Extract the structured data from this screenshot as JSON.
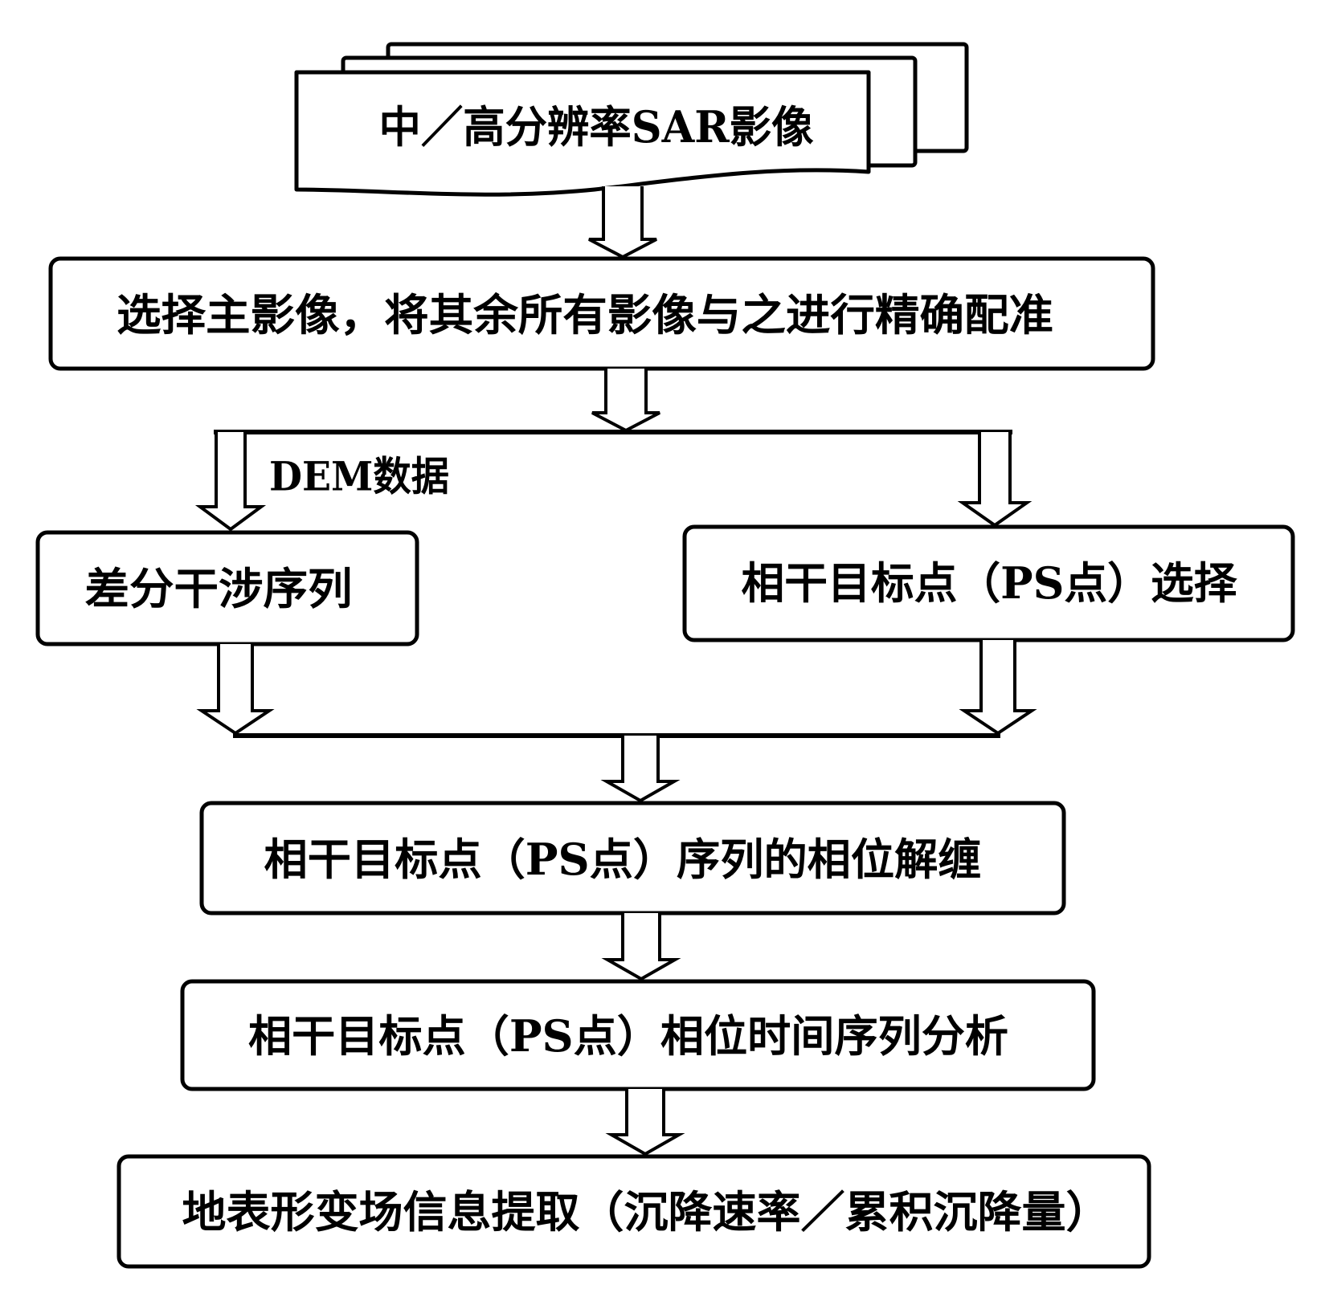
{
  "diagram": {
    "nodes": {
      "sar_images": "中／高分辨率SAR影像",
      "coregistration": "选择主影像，将其余所有影像与之进行精确配准",
      "differential_interferograms": "差分干涉序列",
      "ps_selection": "相干目标点（PS点）选择",
      "phase_unwrapping": "相干目标点（PS点）序列的相位解缠",
      "time_series_analysis": "相干目标点（PS点）相位时间序列分析",
      "deformation_extraction": "地表形变场信息提取（沉降速率／累积沉降量）"
    },
    "annotations": {
      "dem_input": "DEM数据"
    }
  },
  "colors": {
    "stroke": "#000000",
    "background": "#ffffff",
    "text": "#000000"
  }
}
